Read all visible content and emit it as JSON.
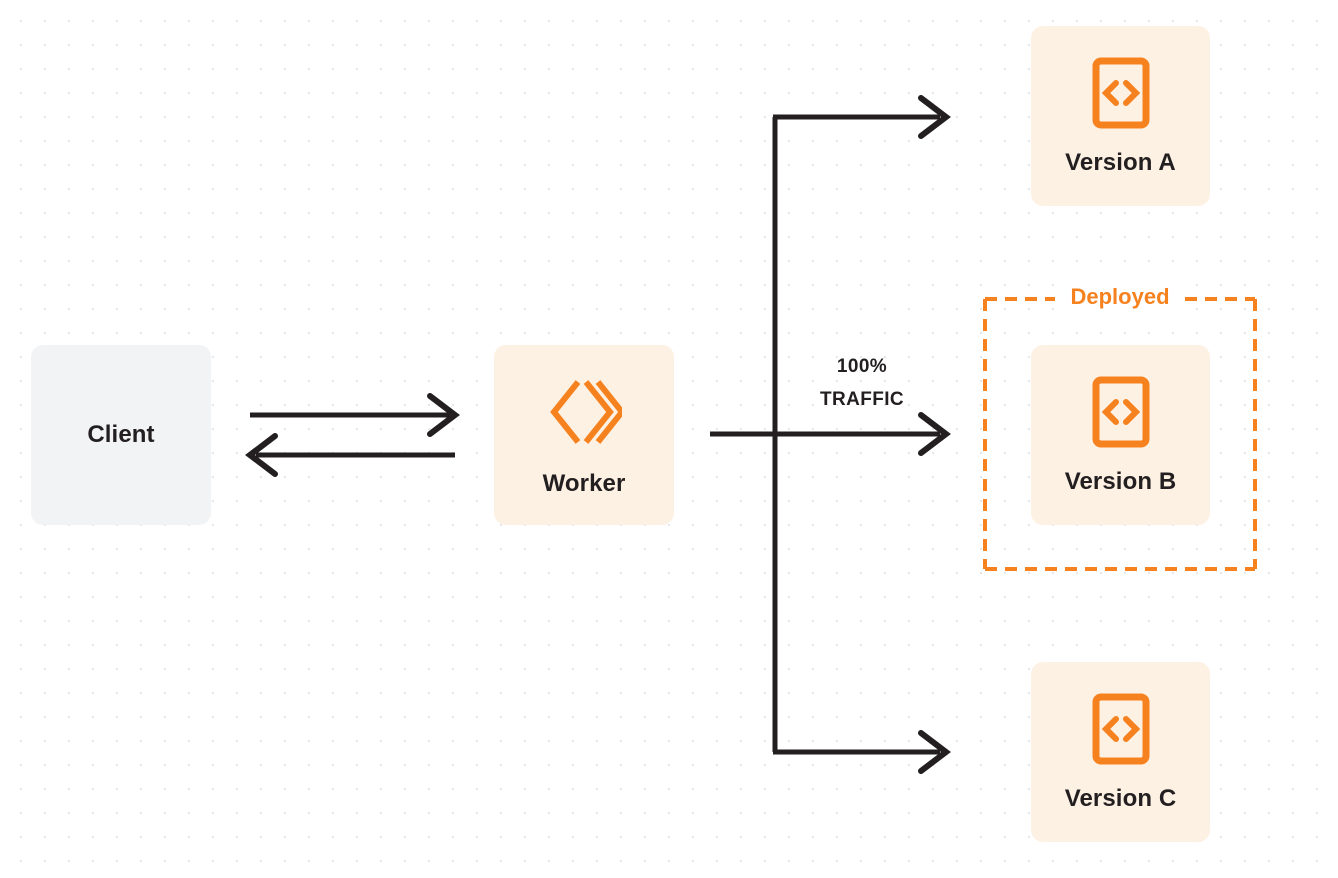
{
  "diagram": {
    "title": "Worker version traffic routing",
    "background": "#ffffff",
    "dot_color": "#e6e7e8",
    "accent_color": "#f6821f",
    "node_bg_orange": "#fdf1e4",
    "node_bg_gray": "#f2f3f4",
    "line_color": "#231f20"
  },
  "nodes": {
    "client": {
      "label": "Client",
      "icon": "none",
      "bg": "#f2f3f4"
    },
    "worker": {
      "label": "Worker",
      "icon": "cloudflare-workers-logo-icon",
      "bg": "#fdf1e4"
    },
    "versions": [
      {
        "label": "Version A",
        "icon": "code-file-icon",
        "bg": "#fdf1e4"
      },
      {
        "label": "Version B",
        "icon": "code-file-icon",
        "bg": "#fdf1e4"
      },
      {
        "label": "Version C",
        "icon": "code-file-icon",
        "bg": "#fdf1e4"
      }
    ]
  },
  "group": {
    "deployed_label": "Deployed",
    "border_style": "dashed",
    "border_color": "#f6821f"
  },
  "edges": {
    "traffic_percent": "100%",
    "traffic_word": "TRAFFIC",
    "client_to_worker": "request-arrow-right",
    "worker_to_client": "response-arrow-left",
    "worker_to_version_a": "branch-arrow-top",
    "worker_to_version_b": "branch-arrow-middle",
    "worker_to_version_c": "branch-arrow-bottom"
  }
}
